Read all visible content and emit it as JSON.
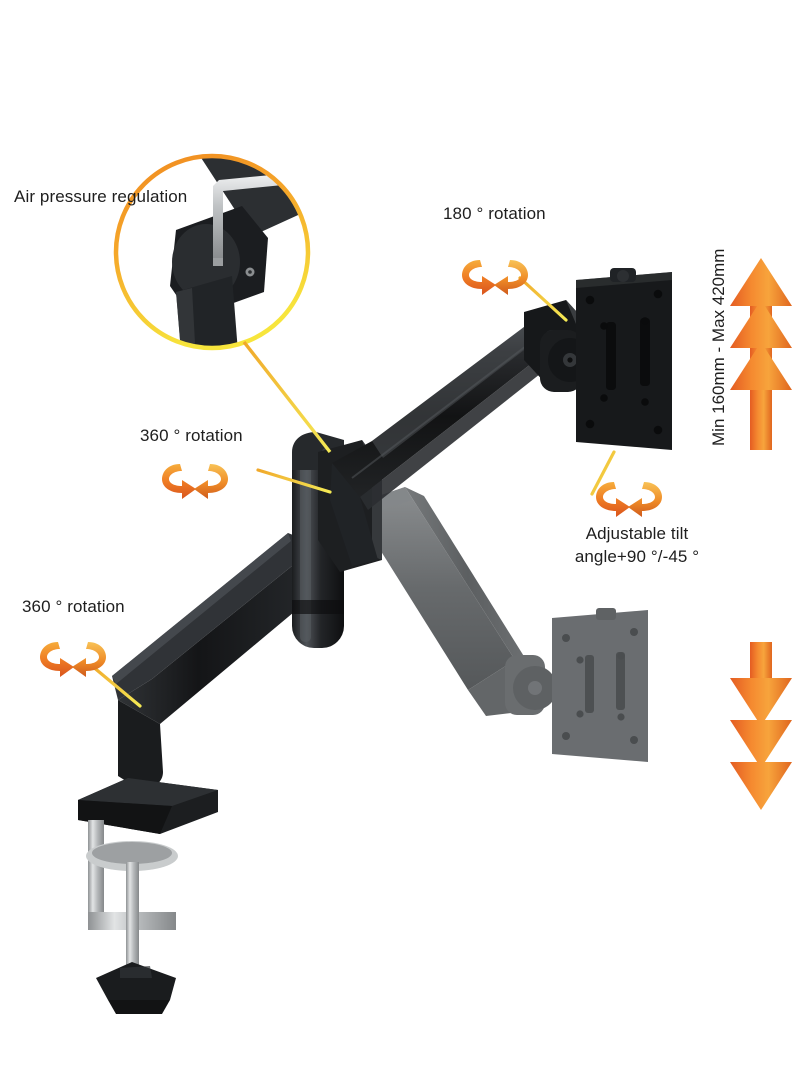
{
  "diagram": {
    "title": "Gas spring monitor arm feature diagram",
    "background_color": "#ffffff",
    "callouts": [
      {
        "id": "air-pressure",
        "text": "Air pressure regulation",
        "icon": "magnifier-circle-callout",
        "has_detail_circle": true
      },
      {
        "id": "rotation-180",
        "text": "180 ° rotation",
        "icon": "rotation-arrows-icon"
      },
      {
        "id": "rotation-360-upper",
        "text": "360 ° rotation",
        "icon": "rotation-arrows-icon"
      },
      {
        "id": "rotation-360-lower",
        "text": "360 ° rotation",
        "icon": "rotation-arrows-icon"
      },
      {
        "id": "tilt",
        "text_line1": "Adjustable tilt",
        "text_line2": "angle+90 °/-45 °",
        "icon": "rotation-arrows-icon"
      },
      {
        "id": "height-travel",
        "text": "Min 160mm - Max 420mm",
        "icon": "double-triple-arrow-icon",
        "orientation": "vertical"
      }
    ],
    "colors": {
      "accent_orange": "#e8622a",
      "accent_amber": "#f49a2b",
      "accent_yellow": "#f5e03a",
      "leader_line": "#f3d53a",
      "product_black": "#17181a",
      "product_black_light": "#43464a",
      "ghost_gray": "#6e7173",
      "clamp_silver": "#b9bcbe",
      "text": "#1e1e1e"
    },
    "product": {
      "parts": [
        "desk-clamp-base",
        "vertical-post",
        "gas-spring-upper-arm",
        "lower-arm",
        "tilt-joint",
        "vesa-plate",
        "hex-key"
      ],
      "ghost_position_label": "lowered-position"
    }
  }
}
